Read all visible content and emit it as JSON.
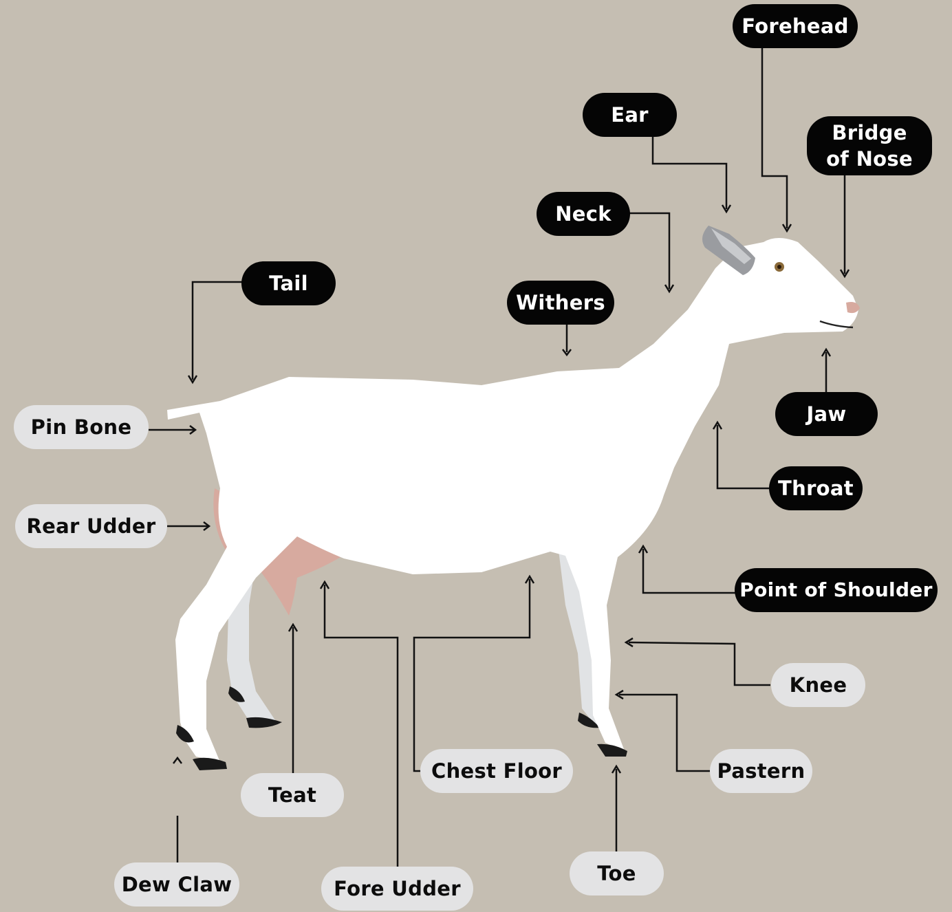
{
  "colors": {
    "background": "#c5beb2",
    "dark_label_bg": "#050505",
    "dark_label_text": "#ffffff",
    "light_label_bg": "#e3e3e4",
    "light_label_text": "#0c0c0c",
    "goat_body": "#ffffff",
    "goat_shadow_legs": "#e1e3e5",
    "udder": "#d7aa9f",
    "hooves": "#1a1a1a",
    "ear_inner": "#9a9ca0",
    "leader_lines": "#111111"
  },
  "labels": {
    "forehead": "Forehead",
    "ear": "Ear",
    "bridge_of_nose": "Bridge\nof Nose",
    "neck": "Neck",
    "tail": "Tail",
    "withers": "Withers",
    "jaw": "Jaw",
    "pin_bone": "Pin Bone",
    "throat": "Throat",
    "rear_udder": "Rear Udder",
    "point_of_shoulder": "Point of Shoulder",
    "knee": "Knee",
    "chest_floor": "Chest Floor",
    "pastern": "Pastern",
    "teat": "Teat",
    "toe": "Toe",
    "dew_claw": "Dew Claw",
    "fore_udder": "Fore Udder"
  }
}
